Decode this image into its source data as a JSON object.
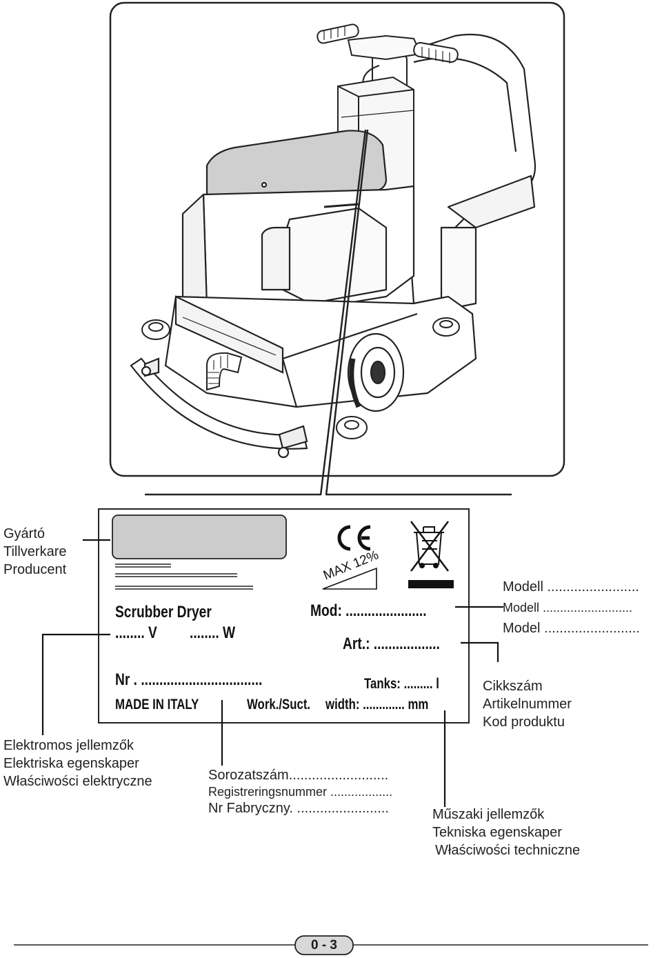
{
  "callouts": {
    "manufacturer": [
      "Gyártó",
      "Tillverkare",
      "Producent"
    ],
    "electrical": [
      "Elektromos jellemzők",
      "Elektriska egenskaper",
      "Właściwości elektryczne"
    ],
    "model": [
      "Modell ........................",
      "Modell ..........................",
      "Model ........................."
    ],
    "article": [
      "Cikkszám",
      "Artikelnummer",
      "Kod produktu"
    ],
    "serial": [
      "Sorozatszám..........................",
      "Registreringsnummer ..................",
      "Nr Fabryczny. ........................"
    ],
    "technical": [
      "Műszaki jellemzők",
      "Tekniska egenskaper",
      "Właściwości techniczne"
    ]
  },
  "plate": {
    "product": "Scrubber Dryer",
    "voltage": "........ V",
    "power": "........ W",
    "max_slope": "MAX 12%",
    "ce_mark": "CE",
    "mod": "Mod: ......................",
    "art": "Art.: ..................",
    "nr": "Nr . .................................",
    "tanks": "Tanks: ......... l",
    "made_in": "MADE IN ITALY",
    "work_suct": "Work./Suct.",
    "width": "width: ............. mm",
    "icons": [
      "ce-mark-icon",
      "crossed-bin-icon",
      "slope-icon"
    ]
  },
  "footer": {
    "page_number": "0 - 3"
  }
}
